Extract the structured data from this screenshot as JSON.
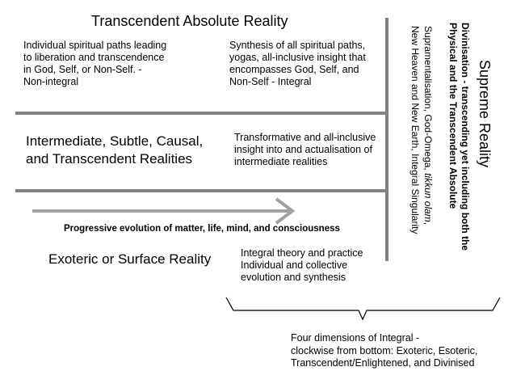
{
  "titles": {
    "transcendent": "Transcendent Absolute Reality",
    "intermediate_line1": "Intermediate, Subtle, Causal,",
    "intermediate_line2": "and Transcendent Realities",
    "exoteric": "Exoteric or Surface Reality",
    "supreme": "Supreme Reality"
  },
  "quadrant_text": {
    "individual": [
      "Individual spiritual paths leading",
      "to liberation and transcendence",
      "in God, Self, or Non-Self. -",
      "Non-integral"
    ],
    "synthesis": [
      "Synthesis of all spiritual paths,",
      "yogas, all-inclusive insight that",
      "encompasses God, Self, and",
      "Non-Self - Integral"
    ],
    "transformative": [
      "Transformative and all-inclusive",
      "insight into and actualisation of",
      "intermediate realities"
    ],
    "integral_theory": [
      "Integral theory and practice",
      "Individual and collective",
      "evolution and synthesis"
    ]
  },
  "evolution_label": "Progressive evolution of matter, life, mind, and consciousness",
  "vertical_text": {
    "divinisation_line1": "Divinisation - transcending yet including both the",
    "divinisation_line2": "Physical and the Transcendent Absolute",
    "supramental_line1_a": "Supramentalisation, God-Omega, ",
    "supramental_line1_italic": "tikkun olam",
    "supramental_line1_b": ",",
    "supramental_line2": "New Heaven and New Earth, Integral Singularity"
  },
  "caption": [
    "Four dimensions of Integral -",
    "clockwise from bottom: Exoteric, Esoteric,",
    "Transcendent/Enlightened, and Divinised"
  ],
  "colors": {
    "line": "#808080",
    "arrow": "#a0a0a0",
    "text": "#000000"
  }
}
